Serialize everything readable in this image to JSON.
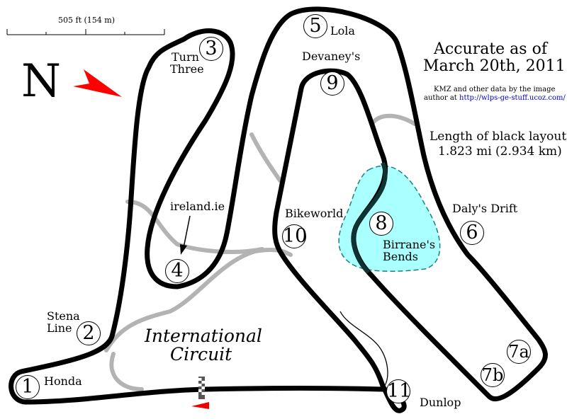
{
  "scale_bar": "505 ft (154 m)",
  "north": "N",
  "title_line1": "Accurate as of",
  "title_line2": "March 20th, 2011",
  "credit_line1": "KMZ and other data by the image",
  "credit_line2_prefix": "author at ",
  "credit_link": "http://wlps-ge-stuff.ucoz.com/",
  "length_label": "Length of black layout:",
  "length_value": "1.823 mi (2.934 km)",
  "circuit_label_1": "International",
  "circuit_label_2": "Circuit",
  "corners": [
    {
      "num": "1",
      "name": "Honda"
    },
    {
      "num": "2",
      "name": "Stena Line"
    },
    {
      "num": "3",
      "name": "Turn Three"
    },
    {
      "num": "4",
      "name": "ireland.ie"
    },
    {
      "num": "5",
      "name": "Lola"
    },
    {
      "num": "6",
      "name": "Daly's Drift"
    },
    {
      "num": "7a",
      "name": ""
    },
    {
      "num": "7b",
      "name": ""
    },
    {
      "num": "8",
      "name": "Birrane's Bends"
    },
    {
      "num": "9",
      "name": "Devaney's"
    },
    {
      "num": "10",
      "name": "Bikeworld"
    },
    {
      "num": "11",
      "name": "Dunlop"
    }
  ],
  "labels": {
    "stena1": "Stena",
    "stena2": "Line",
    "turn1": "Turn",
    "turn2": "Three",
    "birr1": "Birrane's",
    "birr2": "Bends"
  },
  "colors": {
    "track": "#000000",
    "alt_track": "#b3b3b3",
    "chicane_fill": "#aaffff",
    "north_arrow": "#ff0000"
  }
}
